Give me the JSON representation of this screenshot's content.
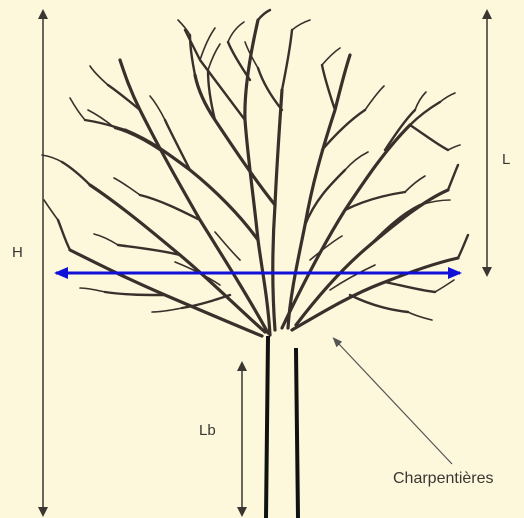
{
  "labels": {
    "height": "H",
    "crown_height": "L",
    "trunk_height": "Lb",
    "scaffold_branches": "Charpentières"
  },
  "colors": {
    "background": "#fdf7dc",
    "branch": "#3a302b",
    "trunk": "#111111",
    "dimension_line": "#3a3632",
    "width_arrow": "#1010d8",
    "pointer": "#555555"
  }
}
